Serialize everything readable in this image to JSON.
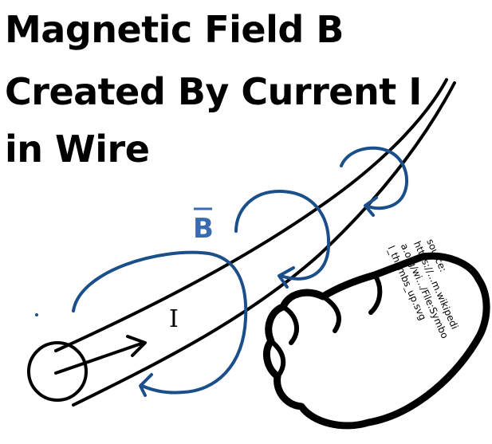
{
  "title": {
    "line1": "Magnetic Field B",
    "line2": "Created By Current I",
    "line3": "in Wire"
  },
  "labels": {
    "field": "B",
    "current": "I"
  },
  "source_note": {
    "lines": [
      "source:",
      "https://...m.wikipedi",
      "a.org/wi.../File:Symbo",
      "l_thumbs_up.svg"
    ]
  },
  "colors": {
    "field_loops": "#1b4f8a",
    "field_label": "#3a6ab0",
    "wire": "#000000"
  },
  "icons": {
    "hand": "thumbs-up-icon",
    "current_arrow": "arrow-right-icon"
  }
}
